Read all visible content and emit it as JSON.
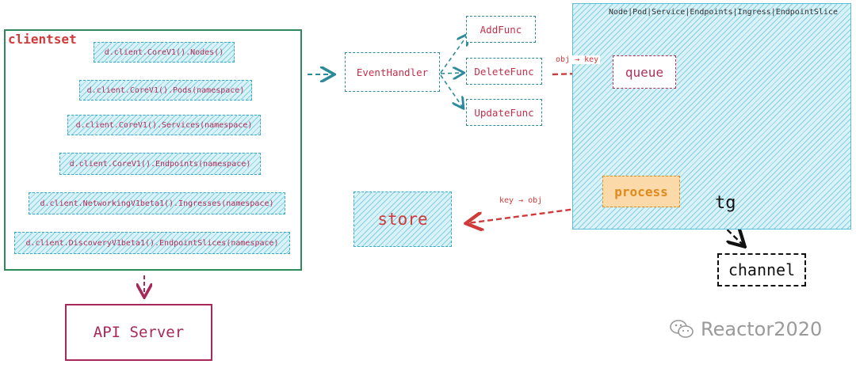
{
  "clientset": {
    "title": "clientset",
    "calls": [
      "d.client.CoreV1().Nodes()",
      "d.client.CoreV1().Pods(namespace)",
      "d.client.CoreV1().Services(namespace)",
      "d.client.CoreV1().Endpoints(namespace)",
      "d.client.NetworkingV1beta1().Ingresses(namespace)",
      "d.client.DiscoveryV1beta1().EndpointSlices(namespace)"
    ]
  },
  "api_server": {
    "label": "API Server"
  },
  "event_handler": {
    "label": "EventHandler"
  },
  "funcs": {
    "add": "AddFunc",
    "delete": "DeleteFunc",
    "update": "UpdateFunc"
  },
  "controller": {
    "resources": "Node|Pod|Service|Endpoints|Ingress|EndpointSlice",
    "queue": "queue",
    "process": "process"
  },
  "edges": {
    "obj_to_key": "obj → key",
    "key_to_obj": "key → obj",
    "tg": "tg"
  },
  "store": {
    "label": "store"
  },
  "channel": {
    "label": "channel"
  },
  "watermark": {
    "text": "Reactor2020"
  },
  "colors": {
    "green": "#2e8a5a",
    "red": "#d03a3a",
    "teal": "#2d8a9a",
    "maroon": "#a8285a",
    "orange": "#e08a1e"
  }
}
